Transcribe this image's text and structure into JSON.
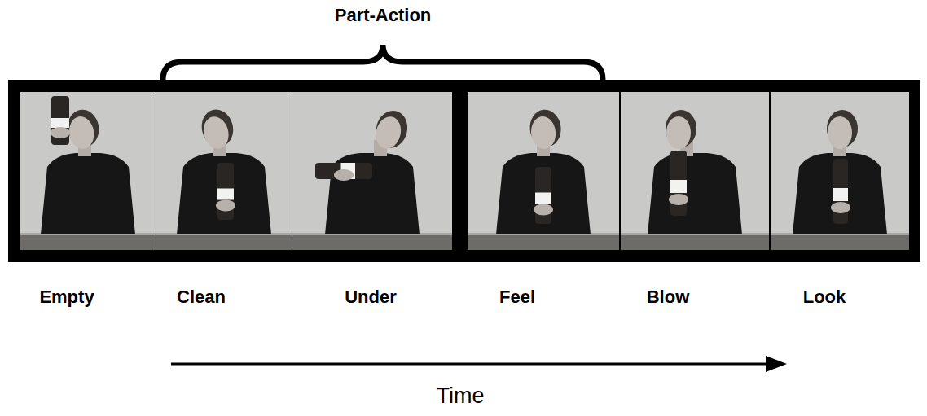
{
  "diagram": {
    "labels": [
      "Part-Action",
      "Empty",
      "Clean",
      "Under",
      "Feel",
      "Blow",
      "Look",
      "Time"
    ]
  }
}
